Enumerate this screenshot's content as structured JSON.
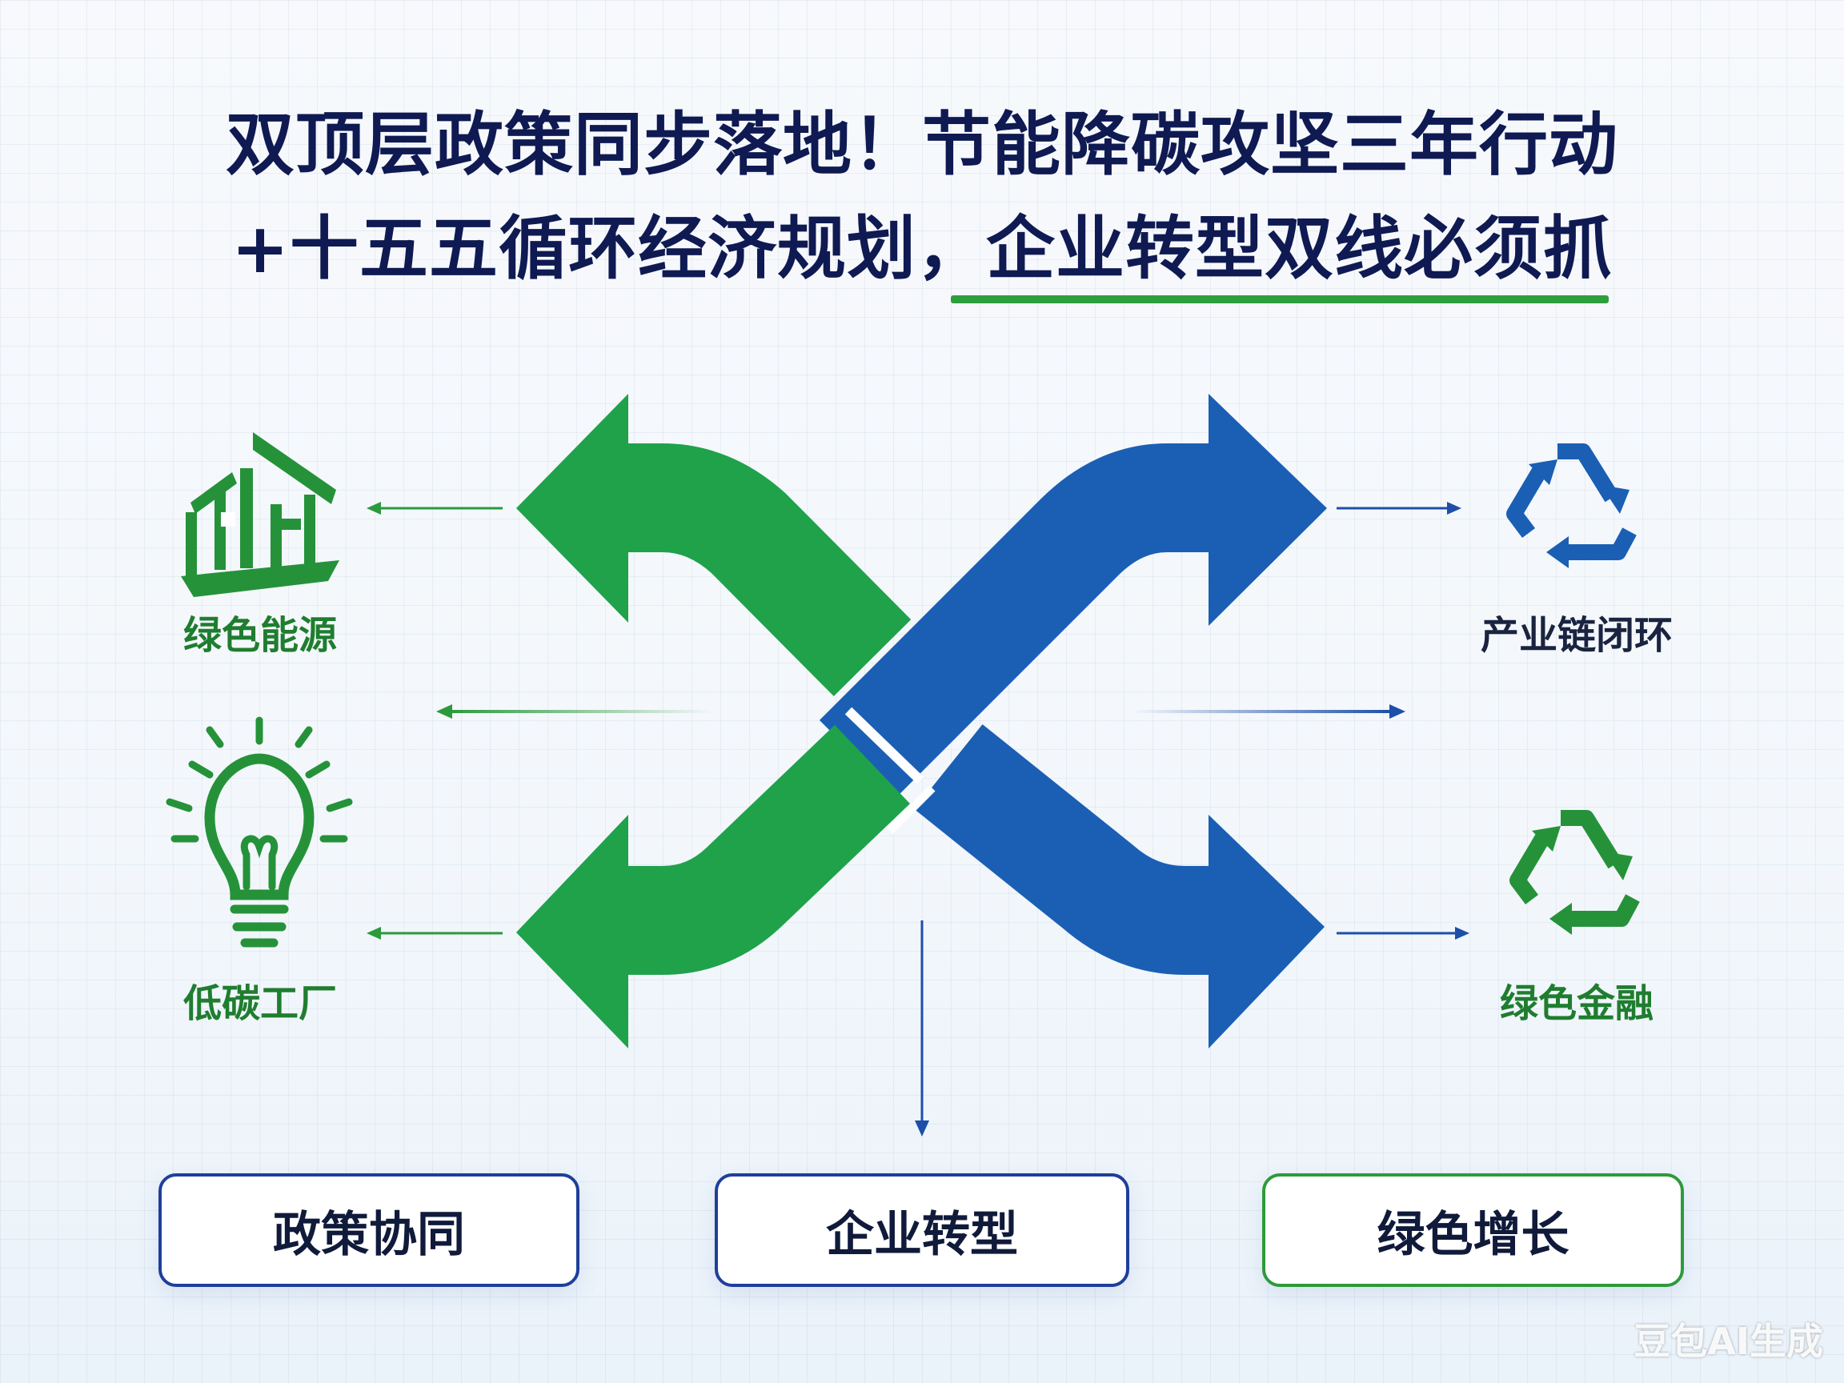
{
  "title": {
    "line1": "双顶层政策同步落地！节能降碳攻坚三年行动",
    "line2_part1": "+十五五循环经济规划，",
    "line2_part2": "企业转型双线必须抓"
  },
  "nodes": {
    "top_left": "绿色能源",
    "bottom_left": "低碳工厂",
    "top_right": "产业链闭环",
    "bottom_right": "绿色金融"
  },
  "boxes": [
    "政策协同",
    "企业转型",
    "绿色增长"
  ],
  "watermark": "豆包AI生成",
  "colors": {
    "green": "#1fa24a",
    "blue": "#1a5fb4",
    "navy": "#0f1a52"
  },
  "icons": {
    "top_left": "green-building-icon",
    "bottom_left": "light-bulb-icon",
    "top_right": "recycle-icon",
    "bottom_right": "recycle-icon"
  }
}
